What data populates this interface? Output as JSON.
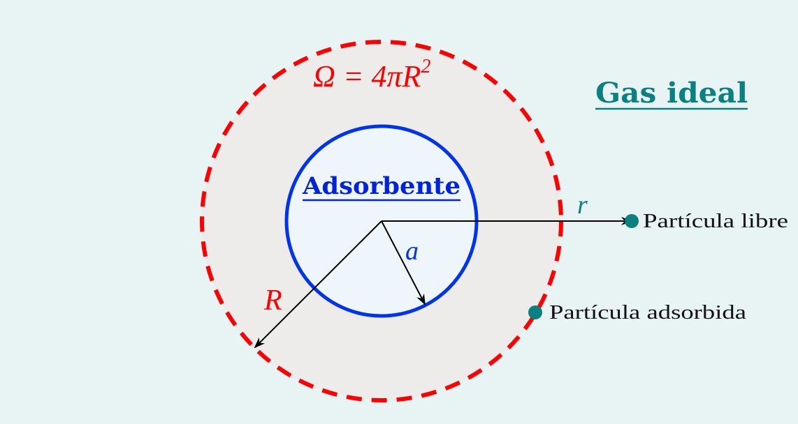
{
  "labels": {
    "omega_main": "Ω = 4πR",
    "omega_exp": "2",
    "gas_title": "Gas ideal",
    "adsorbent_title": "Adsorbente",
    "r_label": "r",
    "a_label": "a",
    "R_label": "R",
    "free_particle": "Partícula libre",
    "adsorbed_particle": "Partícula adsorbida"
  },
  "colors": {
    "background": "#e8f4f4",
    "outer_fill": "#eeeceb",
    "outer_stroke": "#ff0000",
    "inner_fill": "#eef6fc",
    "inner_stroke": "#0033ee",
    "teal": "#0a8080",
    "arrow": "#000000",
    "text_dark": "#111111"
  }
}
